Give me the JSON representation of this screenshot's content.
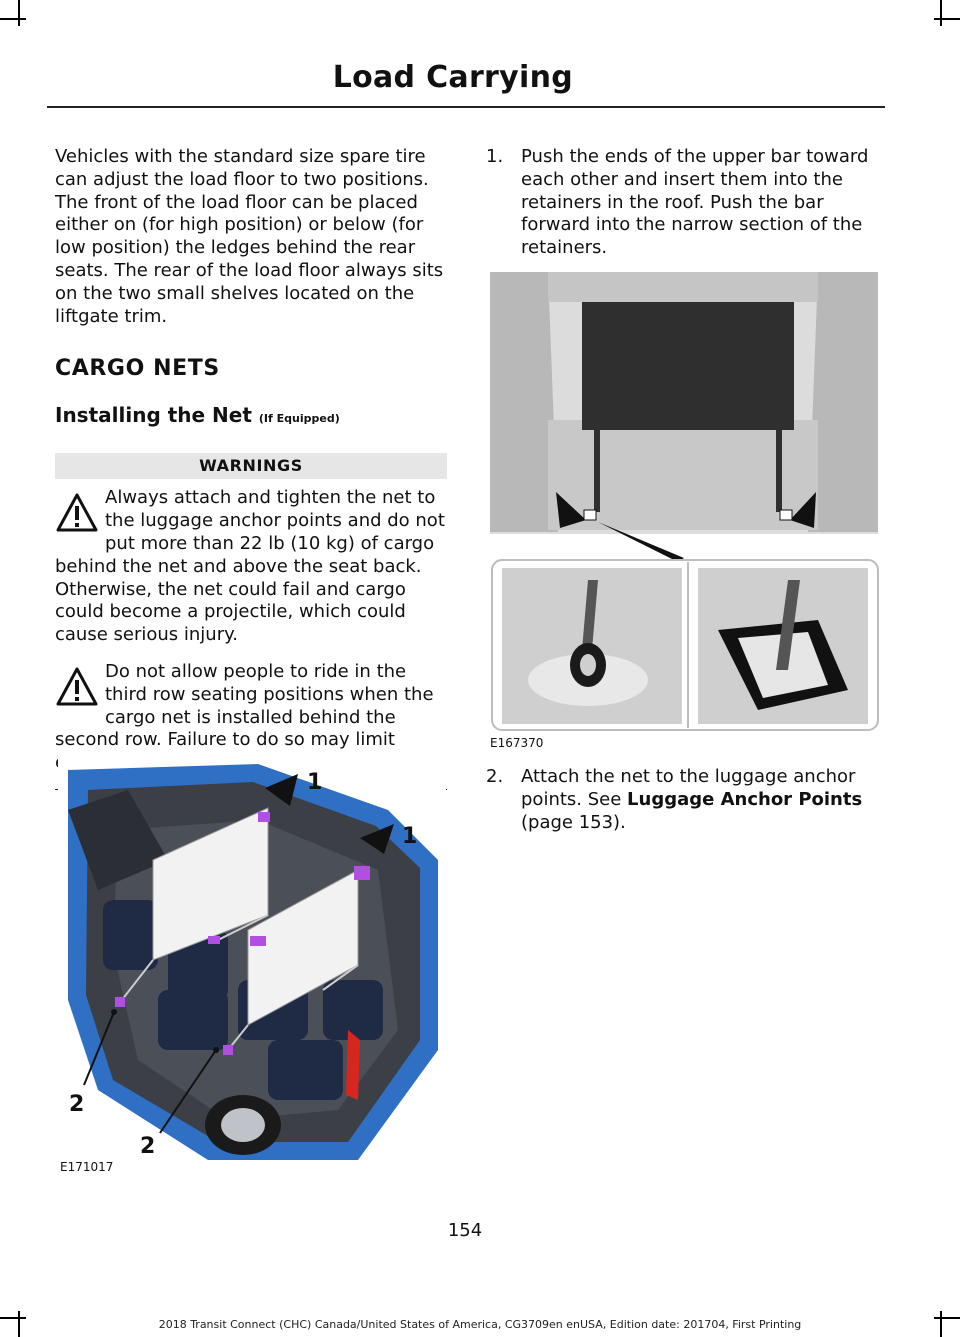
{
  "header": {
    "title": "Load Carrying"
  },
  "left": {
    "intro": "Vehicles with the standard size spare tire can adjust the load floor to two positions. The front of the load floor can be placed either on (for high position) or below (for low position) the ledges behind the rear seats. The rear of the load floor always sits on the two small shelves located on the liftgate trim.",
    "section_heading": "CARGO NETS",
    "subheading": "Installing the Net",
    "subheading_note": "(If Equipped)",
    "warnings_title": "WARNINGS",
    "warning_1": "Always attach and tighten the net to the luggage anchor points and do not put more than 22 lb (10 kg) of cargo behind the net and above the seat back. Otherwise, the net could fail and cargo could become a projectile, which could cause serious injury.",
    "warning_2": "Do not allow people to ride in the third row seating positions when the cargo net is installed behind the second row. Failure to do so may limit egress from the vehicle in an emergency.",
    "figure_code": "E171017",
    "callouts": [
      "1",
      "1",
      "2",
      "2"
    ]
  },
  "right": {
    "step1_num": "1.",
    "step1_text": "Push the ends of the upper bar toward each other and insert them into the retainers in the roof. Push the bar forward into the narrow section of the retainers.",
    "figure_code": "E167370",
    "step2_num": "2.",
    "step2_text": "Attach the net to the luggage anchor points.  See ",
    "step2_link": "Luggage Anchor Points",
    "step2_page": "(page 153)."
  },
  "page_number": "154",
  "footer": "2018 Transit Connect (CHC) Canada/United States of America, CG3709en enUSA, Edition date: 201704, First Printing",
  "colors": {
    "car_blue": "#2f6fc4",
    "anchor_purple": "#b04fe0",
    "warning_bar": "#e6e6e6"
  }
}
